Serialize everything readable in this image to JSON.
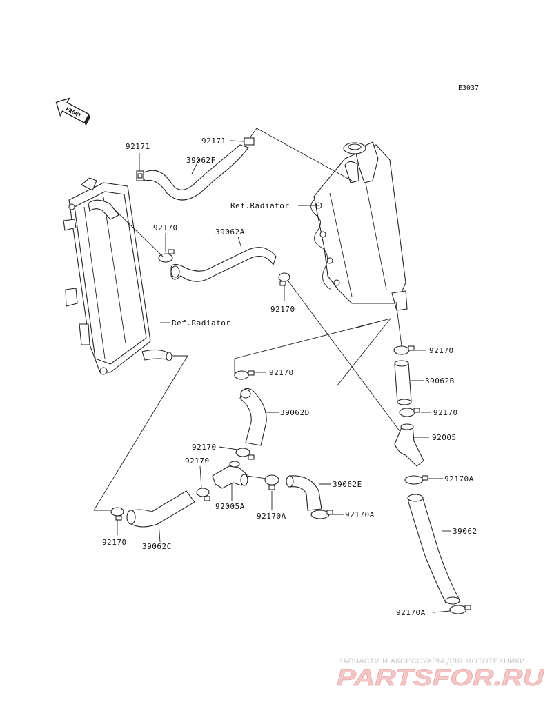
{
  "diagram_code": "E3037",
  "front_marker": "FRONT",
  "labels": {
    "l92171_a": "92171",
    "l92171_b": "92171",
    "l39062F": "39062F",
    "ref_rad_right": "Ref.Radiator",
    "l92170_a": "92170",
    "l39062A": "39062A",
    "l92170_b": "92170",
    "ref_rad_left": "Ref.Radiator",
    "l92170_c": "92170",
    "l39062B": "39062B",
    "l92170_d": "92170",
    "l92005": "92005",
    "l92170_e": "92170",
    "l39062D": "39062D",
    "l92170_f": "92170",
    "l92170_g": "92170",
    "l92170A_a": "92170A",
    "l39062E": "39062E",
    "l92005A": "92005A",
    "l92170A_b": "92170A",
    "l92170A_c": "92170A",
    "l39062": "39062",
    "l92170_h": "92170",
    "l39062C": "39062C",
    "l92170A_d": "92170A"
  },
  "watermark": {
    "line1": "ЗАПЧАСТИ И АКСЕССУАРЫ ДЛЯ МОТОТЕХНИКИ",
    "line2": "PARTSFOR.RU"
  }
}
